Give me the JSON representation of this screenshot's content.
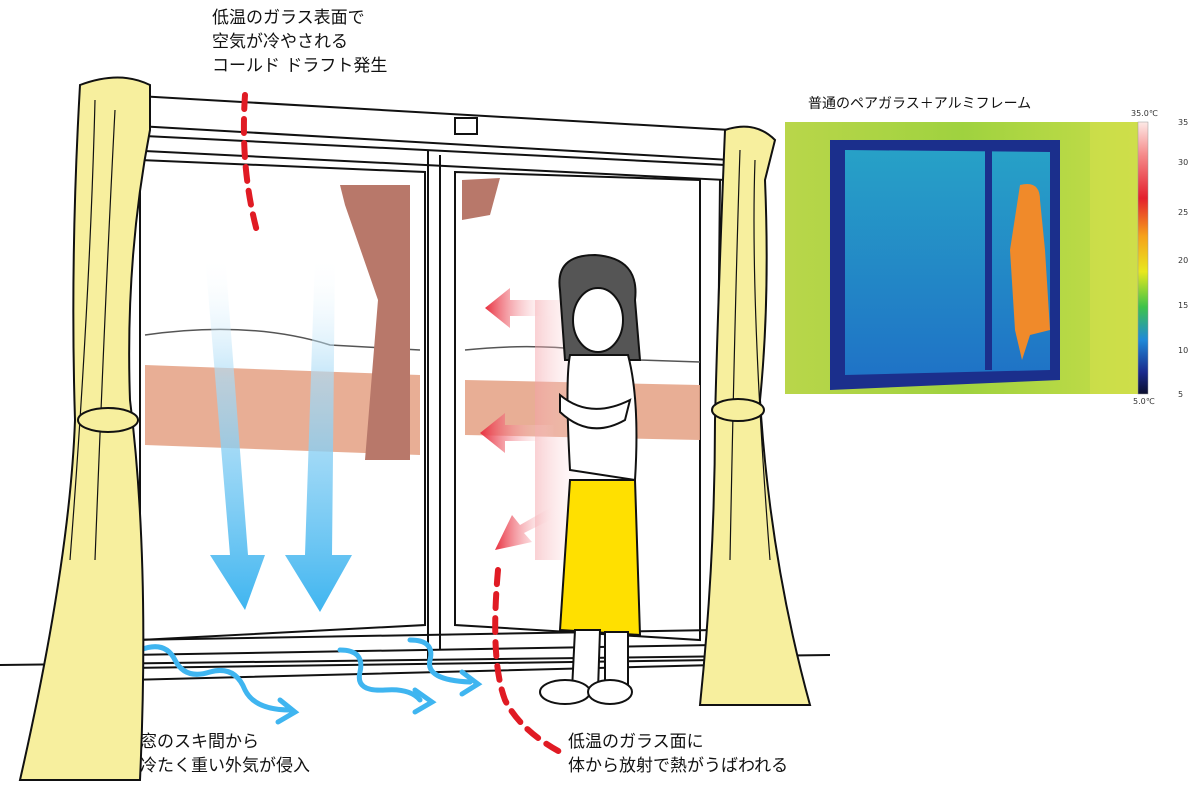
{
  "annotations": {
    "cold_draft": [
      "低温のガラス表面で",
      "空気が冷やされる",
      "コールド ドラフト発生"
    ],
    "gap_air": [
      "窓のスキ間から",
      "冷たく重い外気が侵入"
    ],
    "radiation": [
      "低温のガラス面に",
      "体から放射で熱がうばわれる"
    ]
  },
  "thermal": {
    "title": "普通のペアガラス＋アルミフレーム",
    "scale_max": "35.0℃",
    "scale_min": "5.0℃",
    "ticks": [
      "35",
      "30",
      "25",
      "20",
      "15",
      "10",
      "5"
    ]
  },
  "colors": {
    "curtain": "#f7ef9e",
    "cold_arrow": "#3fb5f0",
    "warm_arrow": "#e8303f",
    "draft_line": "#e01b24",
    "skirt": "#ffe000",
    "tree": "#b8786a",
    "wall": "#e6a58a"
  }
}
